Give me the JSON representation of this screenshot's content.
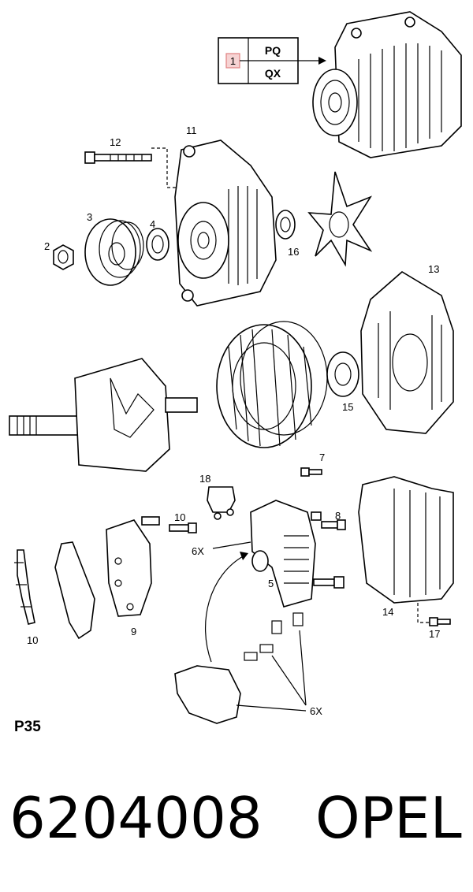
{
  "diagram": {
    "callouts": {
      "c1": "1",
      "c2": "2",
      "c3": "3",
      "c4": "4",
      "c5": "5",
      "c6x_a": "6X",
      "c6x_b": "6X",
      "c7": "7",
      "c8": "8",
      "c9": "9",
      "c10_a": "10",
      "c10_b": "10",
      "c11": "11",
      "c12": "12",
      "c13": "13",
      "c14": "14",
      "c15": "15",
      "c16": "16",
      "c17": "17",
      "c18": "18"
    },
    "variant_box": {
      "top": "PQ",
      "bottom": "QX",
      "marker": "1"
    },
    "marker_color": "#e8a0a0",
    "code": "P35"
  },
  "footer": {
    "part_number": "6204008",
    "brand": "OPEL"
  }
}
